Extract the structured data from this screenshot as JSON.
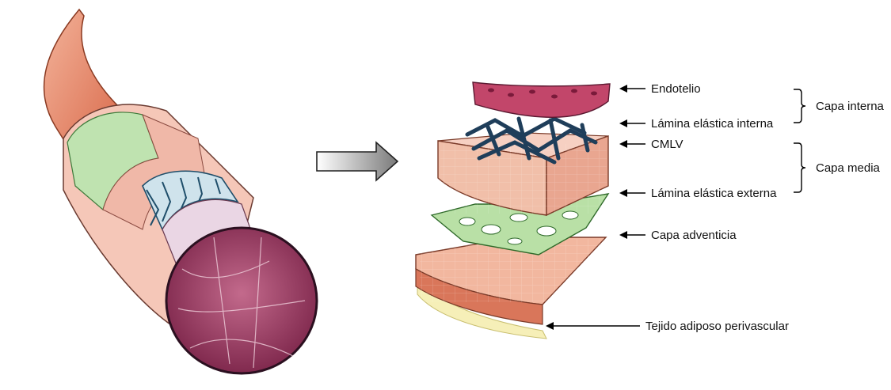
{
  "labels": {
    "endotelio": "Endotelio",
    "lamina_interna": "Lámina elástica interna",
    "cmlv": "CMLV",
    "lamina_externa": "Lámina elástica externa",
    "adventicia": "Capa adventicia",
    "tejido_adiposo": "Tejido adiposo perivascular"
  },
  "groups": {
    "capa_interna": "Capa interna",
    "capa_media": "Capa media"
  },
  "colors": {
    "endothelium": "#c2466a",
    "elastic_internal": "#1f3e5a",
    "smooth_muscle": "#f2c2b0",
    "elastic_external": "#9ccf8c",
    "adventitia": "#eda88f",
    "adipose": "#f6efb8",
    "lumen": "#8e2f55",
    "vessel_tail": "#e98c6e"
  }
}
